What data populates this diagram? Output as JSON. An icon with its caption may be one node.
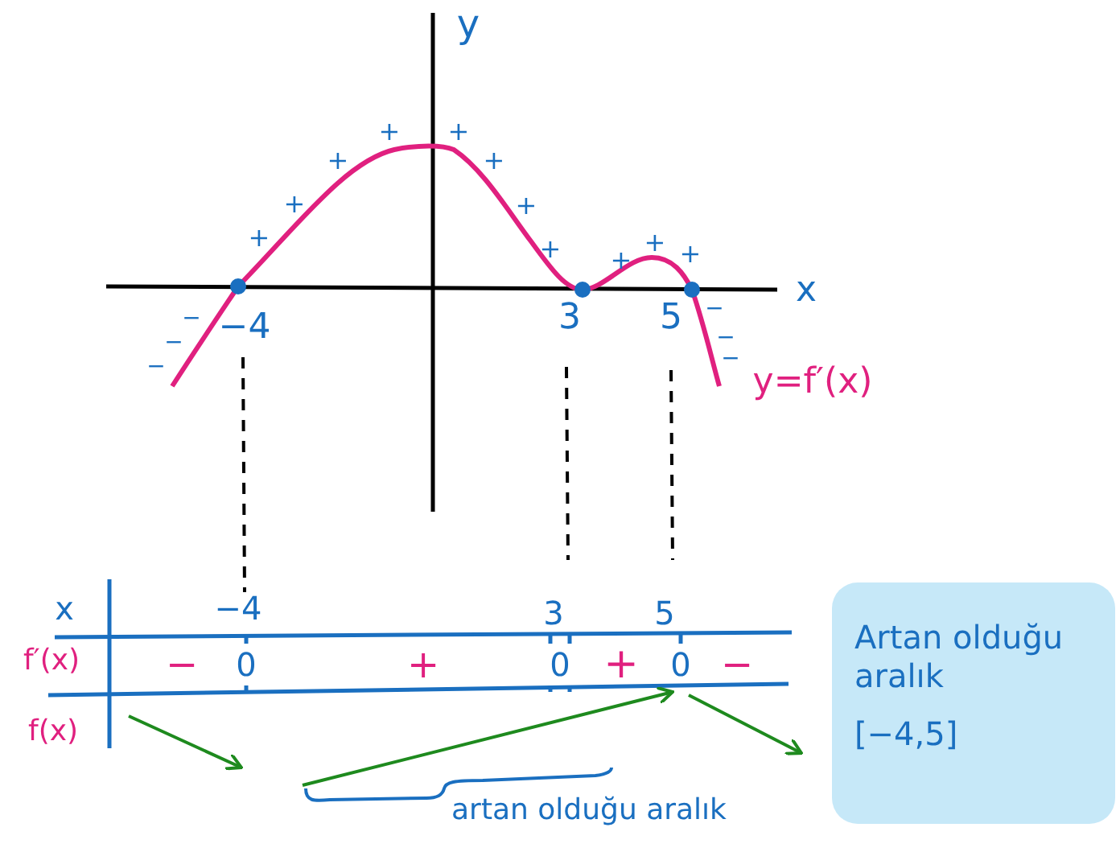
{
  "diagram": {
    "nodes": [
      {
        "text": [
          "Artan olduğu aralık",
          "[−4,5]"
        ]
      }
    ],
    "labels": [
      "y",
      "−",
      "−",
      "−",
      "+",
      "+",
      "+",
      "+",
      "+",
      "+",
      "+",
      "+",
      "+",
      "+",
      "+",
      "−",
      "−",
      "−",
      "x",
      "−4",
      "3",
      "5",
      "y=f′(x)",
      "x",
      "−4",
      "3",
      "5",
      "f′(x)",
      "−",
      "0",
      "+",
      "0",
      "+",
      "0",
      "−",
      "f(x)",
      "artan olduğu aralık"
    ]
  }
}
